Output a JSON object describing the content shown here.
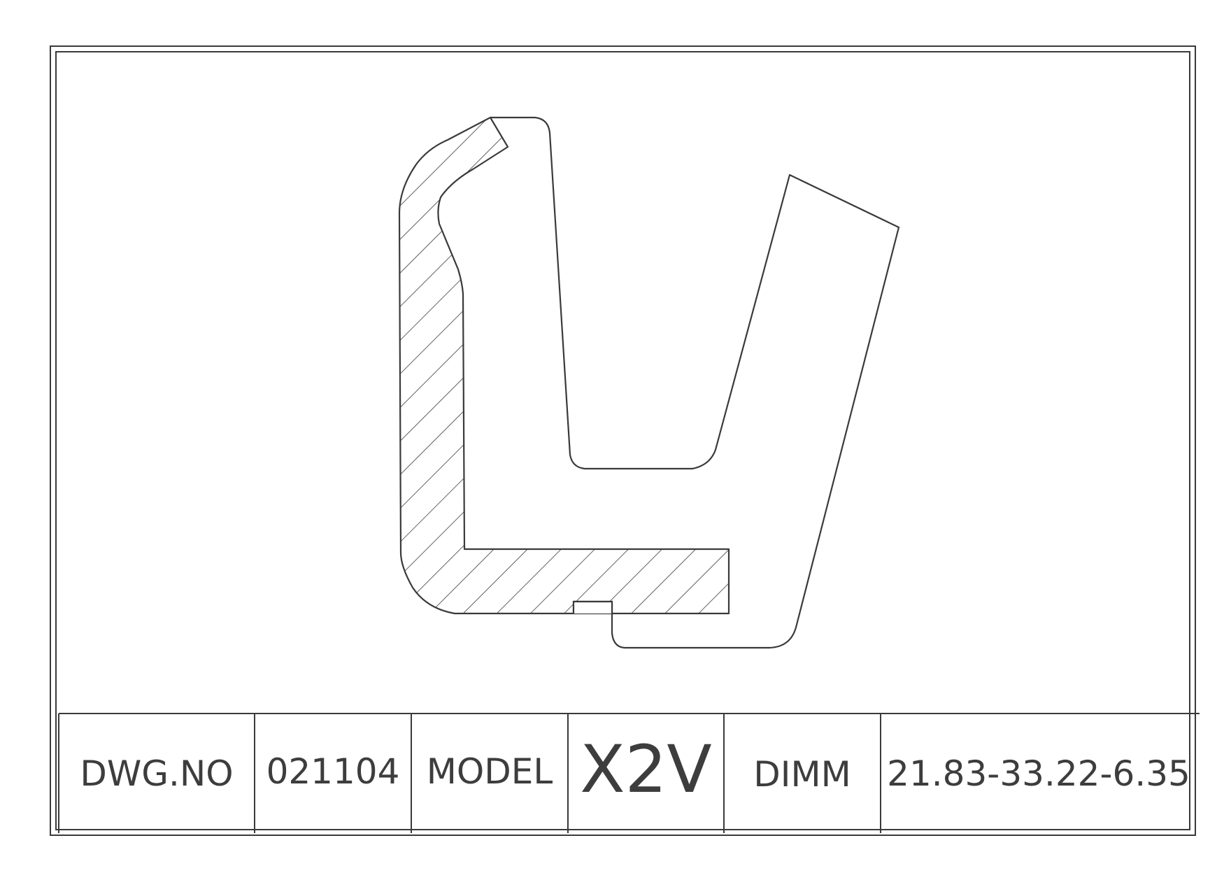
{
  "drawing": {
    "part": "seal cross-section",
    "hatch": "diagonal 45deg",
    "line_color": "#3a3a3a"
  },
  "title_block": {
    "dwg_no_label": "DWG.NO",
    "dwg_no_value": "021104",
    "model_label": "MODEL",
    "model_value": "X2V",
    "dimm_label": "DIMM",
    "dimm_value": "21.83-33.22-6.35"
  }
}
